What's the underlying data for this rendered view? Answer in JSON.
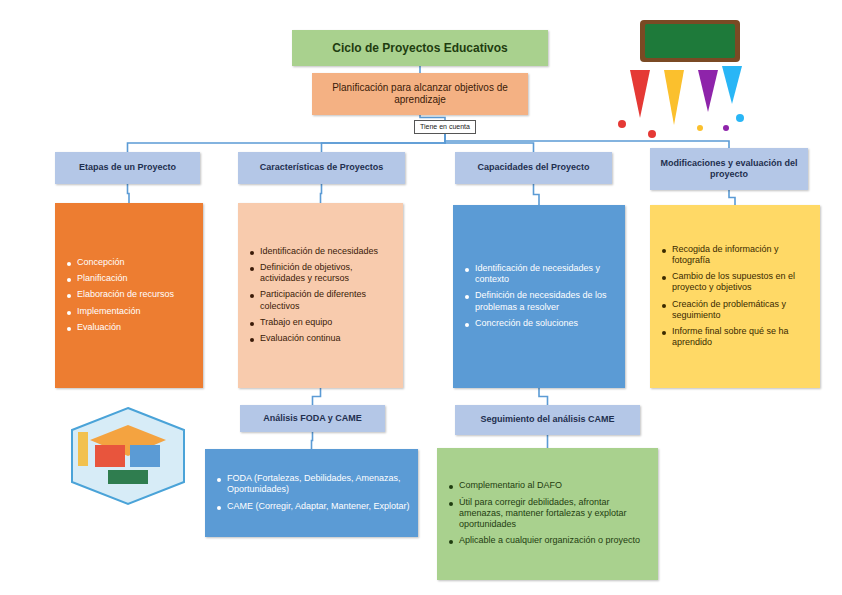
{
  "diagram": {
    "nodes": [
      {
        "text": [
          "Ciclo de Proyectos Educativos"
        ]
      },
      {
        "text": [
          "Planificación para alcanzar objetivos de aprendizaje"
        ]
      },
      {
        "text": [
          "Tiene en cuenta"
        ]
      },
      {
        "text": [
          "Etapas de un Proyecto"
        ]
      },
      {
        "text": [
          "Características de Proyectos"
        ]
      },
      {
        "text": [
          "Capacidades del Proyecto"
        ]
      },
      {
        "text": [
          "Modificaciones y evaluación del proyecto"
        ]
      },
      {
        "text": [
          "Concepción",
          "Planificación",
          "Elaboración de recursos",
          "Implementación",
          "Evaluación"
        ]
      },
      {
        "text": [
          "Identificación de necesidades",
          "Definición de objetivos, actividades y recursos",
          "Participación de diferentes colectivos",
          "Trabajo en equipo",
          "Evaluación continua"
        ]
      },
      {
        "text": [
          "Identificación de necesidades y contexto",
          "Definición de necesidades de los problemas a resolver",
          "Concreción de soluciones"
        ]
      },
      {
        "text": [
          "Recogida de información y fotografía",
          "Cambio de los supuestos en el proyecto y objetivos",
          "Creación de problemáticas y seguimiento",
          "Informe final sobre qué se ha aprendido"
        ]
      },
      {
        "text": [
          "Análisis FODA y CAME"
        ]
      },
      {
        "text": [
          "FODA (Fortalezas, Debilidades, Amenazas, Oportunidades)",
          "CAME (Corregir, Adaptar, Mantener, Explotar)"
        ]
      },
      {
        "text": [
          "Seguimiento del análisis CAME"
        ]
      },
      {
        "text": [
          "Complementario al DAFO",
          "Útil para corregir debilidades, afrontar amenazas, mantener fortalezas y explotar oportunidades",
          "Aplicable a cualquier organización o proyecto"
        ]
      }
    ],
    "edges": [
      {
        "from": 0,
        "to": 1,
        "arrow": "none"
      },
      {
        "from": 1,
        "to": 2,
        "arrow": "none"
      },
      {
        "from": 2,
        "to": 3,
        "arrow": "none"
      },
      {
        "from": 2,
        "to": 4,
        "arrow": "none"
      },
      {
        "from": 2,
        "to": 5,
        "arrow": "none"
      },
      {
        "from": 2,
        "to": 6,
        "arrow": "none"
      },
      {
        "from": 3,
        "to": 7,
        "arrow": "none"
      },
      {
        "from": 4,
        "to": 8,
        "arrow": "none"
      },
      {
        "from": 5,
        "to": 9,
        "arrow": "none"
      },
      {
        "from": 6,
        "to": 10,
        "arrow": "none"
      },
      {
        "from": 8,
        "to": 11,
        "arrow": "none"
      },
      {
        "from": 11,
        "to": 12,
        "arrow": "none"
      },
      {
        "from": 9,
        "to": 13,
        "arrow": "none"
      },
      {
        "from": 13,
        "to": 14,
        "arrow": "none"
      }
    ]
  }
}
